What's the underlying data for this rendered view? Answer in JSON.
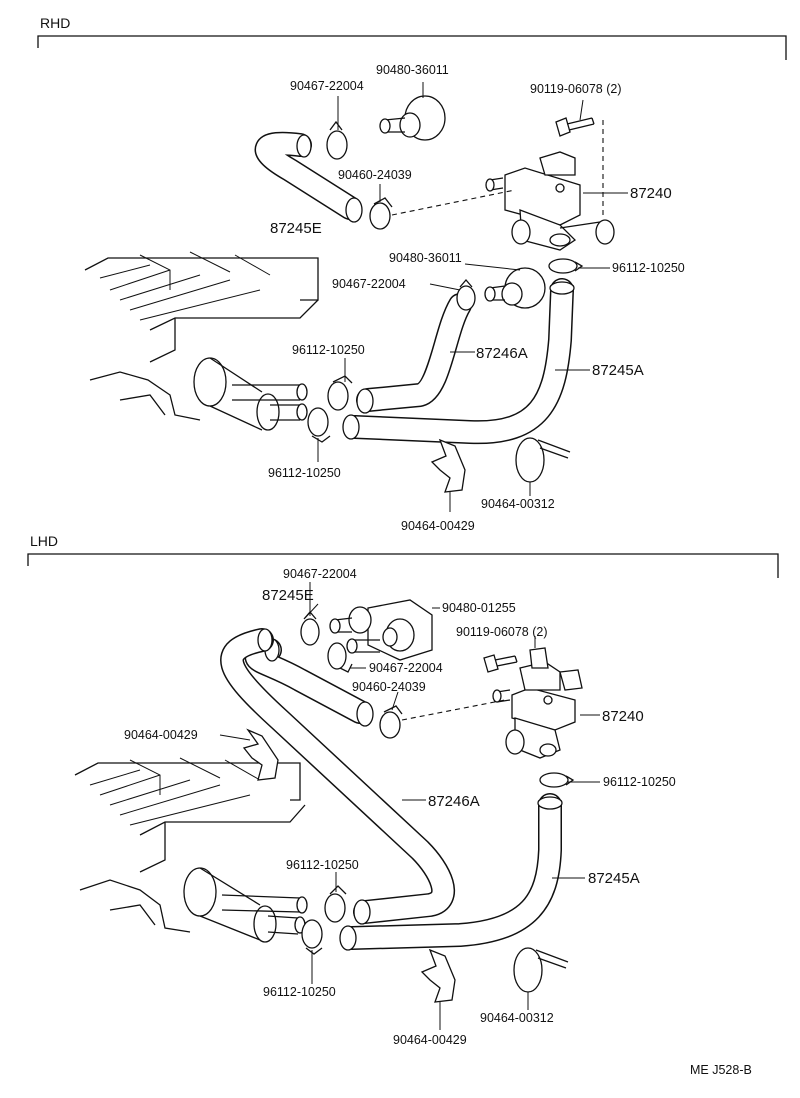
{
  "sections": {
    "rhd": "RHD",
    "lhd": "LHD"
  },
  "rhd_labels": {
    "p90480_36011_top": "90480-36011",
    "p90467_22004_top": "90467-22004",
    "p90119_06078": "90119-06078 (2)",
    "p90460_24039": "90460-24039",
    "p87240": "87240",
    "p87245E": "87245E",
    "p90480_36011_mid": "90480-36011",
    "p96112_10250_right": "96112-10250",
    "p90467_22004_mid": "90467-22004",
    "p96112_10250_upper": "96112-10250",
    "p87246A": "87246A",
    "p87245A": "87245A",
    "p96112_10250_lower": "96112-10250",
    "p90464_00312": "90464-00312",
    "p90464_00429": "90464-00429"
  },
  "lhd_labels": {
    "p90467_22004_top": "90467-22004",
    "p87245E": "87245E",
    "p90480_01255": "90480-01255",
    "p90119_06078": "90119-06078 (2)",
    "p90467_22004_mid": "90467-22004",
    "p90460_24039": "90460-24039",
    "p87240": "87240",
    "p90464_00429_left": "90464-00429",
    "p96112_10250_right": "96112-10250",
    "p87246A": "87246A",
    "p96112_10250_upper": "96112-10250",
    "p87245A": "87245A",
    "p96112_10250_lower": "96112-10250",
    "p90464_00312": "90464-00312",
    "p90464_00429_bottom": "90464-00429"
  },
  "footer_code": "ME J528-B",
  "icons": [
    "hose-icon",
    "hose-clamp-icon",
    "water-valve-icon",
    "vacuum-transmitter-icon",
    "bolt-icon",
    "hose-clip-icon",
    "heater-core-icon"
  ]
}
